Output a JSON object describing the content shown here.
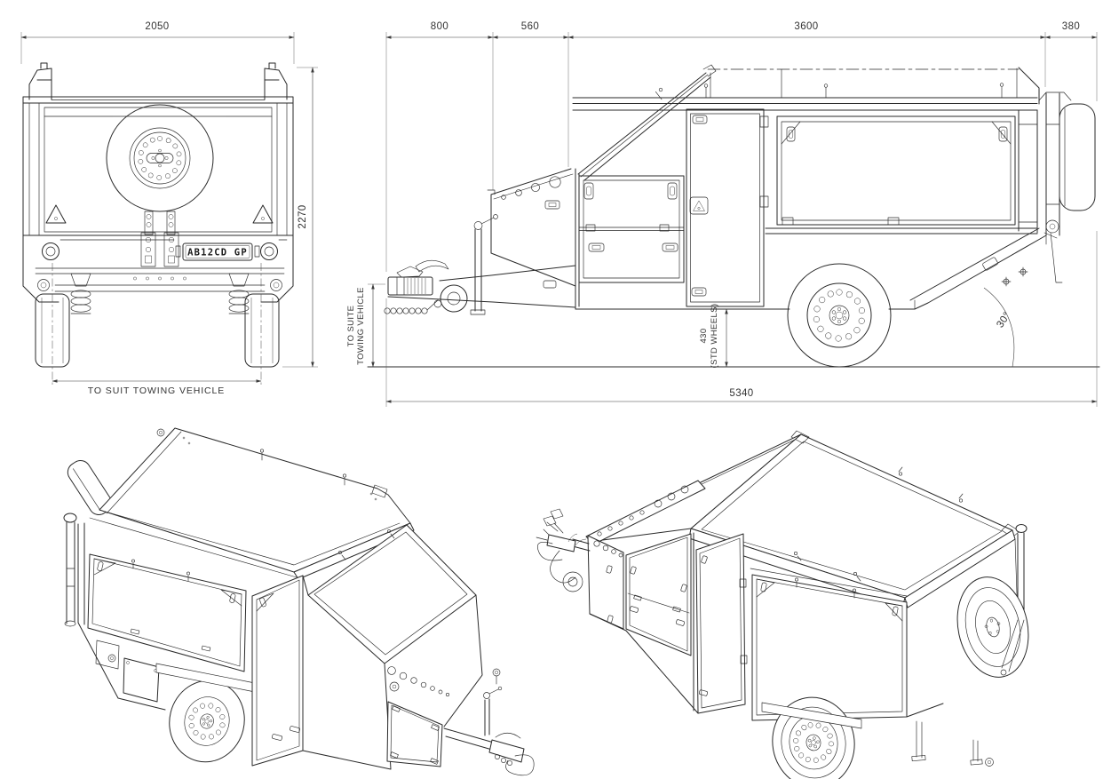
{
  "drawing": {
    "background": "#ffffff",
    "line_color": "#2a2a2a",
    "dim_color": "#3c3c3c",
    "views": {
      "rear": {
        "label": "rear-elevation",
        "dims": {
          "overall_width": "2050",
          "overall_height": "2270",
          "track_note": "TO SUIT TOWING VEHICLE"
        },
        "license_plate": "AB12CD GP"
      },
      "side": {
        "label": "side-elevation",
        "dims": {
          "hitch_length": "800",
          "nose_box_length": "560",
          "body_length": "3600",
          "spare_overhang": "380",
          "overall_length": "5340",
          "hitch_note_line1": "TO SUITE",
          "hitch_note_line2": "TOWING VEHICLE",
          "ground_clearance": "430",
          "ground_clearance_note": "(STD WHEELS)",
          "departure_angle": "30°"
        }
      },
      "iso_left": {
        "label": "isometric-front-left"
      },
      "iso_right": {
        "label": "isometric-rear-right"
      }
    }
  }
}
